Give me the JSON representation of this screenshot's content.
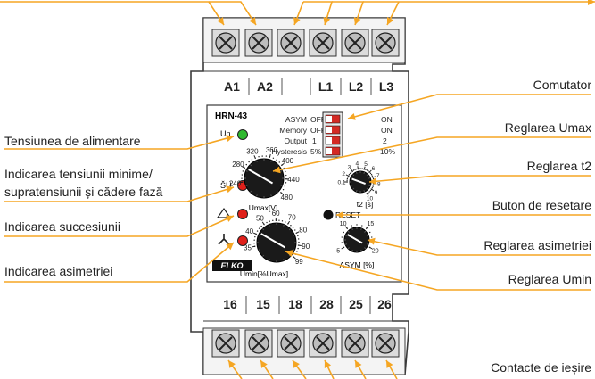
{
  "callouts": {
    "supply_voltage": "Tensiunea de alimentare",
    "under_over_line1": "Indicarea tensiunii minime/",
    "under_over_line2": "supratensiunii și cădere fază",
    "sequence": "Indicarea succesiunii",
    "asymmetry_ind": "Indicarea asimetriei",
    "switch": "Comutator",
    "umax_adj": "Reglarea Umax",
    "t2_adj": "Reglarea t2",
    "reset_btn": "Buton de resetare",
    "asym_adj": "Reglarea asimetriei",
    "umin_adj": "Reglarea Umin",
    "output_contacts": "Contacte de ieșire"
  },
  "device": {
    "model": "HRN-43",
    "brand": "ELKO",
    "led_label_un": "Un",
    "led_label_su": "ŠU",
    "reset_label": "RESET",
    "top_terminals": [
      "A1",
      "A2",
      "",
      "L1",
      "L2",
      "L3"
    ],
    "bottom_terminals": [
      "16",
      "15",
      "18",
      "28",
      "25",
      "26"
    ],
    "switch_table": {
      "rows": [
        {
          "name": "ASYM",
          "off": "OFF",
          "on": "ON"
        },
        {
          "name": "Memory",
          "off": "OFF",
          "on": "ON"
        },
        {
          "name": "Output",
          "off": "1",
          "on": "2"
        },
        {
          "name": "Hysteresis",
          "off": "5%",
          "on": "10%"
        }
      ]
    },
    "dials": {
      "umax": {
        "label": "Umax[V]",
        "ticks": [
          "240",
          "280",
          "320",
          "360",
          "400",
          "440",
          "480"
        ]
      },
      "umin": {
        "label": "Umin[%Umax]",
        "ticks": [
          "35",
          "40",
          "50",
          "60",
          "70",
          "80",
          "90",
          "99"
        ]
      },
      "t2": {
        "label": "t2 [s]",
        "ticks": [
          "0.1",
          "2",
          "3",
          "4",
          "5",
          "6",
          "7",
          "8",
          "9",
          "10"
        ]
      },
      "asym": {
        "label": "ASYM [%]",
        "ticks": [
          "5",
          "10",
          "15",
          "20"
        ]
      }
    }
  },
  "colors": {
    "led_green": "#2eb82e",
    "led_red": "#e0201a",
    "arrow_orange": "#f5a623",
    "device_body": "#ffffff",
    "outline": "#3a3a3a"
  }
}
